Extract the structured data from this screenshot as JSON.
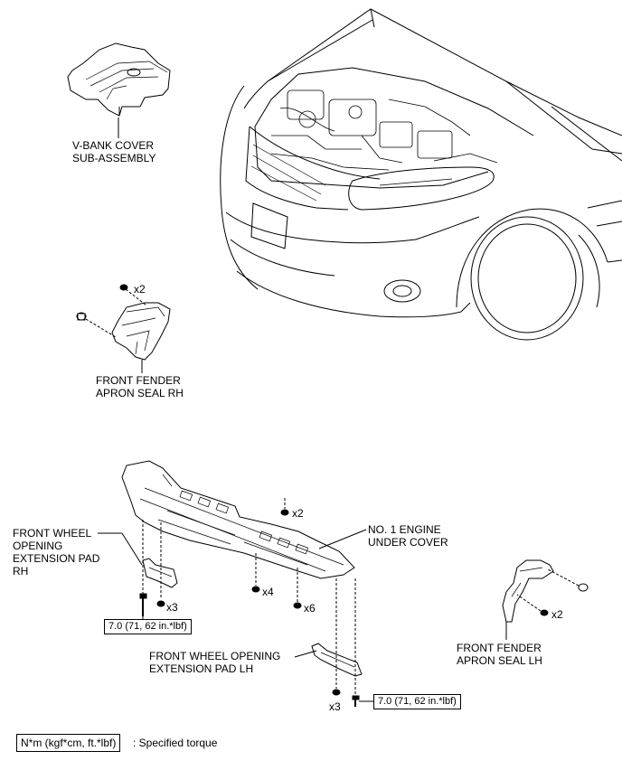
{
  "labels": {
    "v_bank_cover": [
      "V-BANK COVER",
      "SUB-ASSEMBLY"
    ],
    "fender_seal_rh": [
      "FRONT FENDER",
      "APRON SEAL RH"
    ],
    "ext_pad_rh": [
      "FRONT WHEEL",
      "OPENING",
      "EXTENSION PAD",
      "RH"
    ],
    "no1_under_cover": [
      "NO. 1 ENGINE",
      "UNDER COVER"
    ],
    "ext_pad_lh": [
      "FRONT WHEEL OPENING",
      "EXTENSION PAD LH"
    ],
    "fender_seal_lh": [
      "FRONT FENDER",
      "APRON SEAL LH"
    ]
  },
  "quantities": {
    "rh_seal_screw": "x2",
    "under_cover_top": "x2",
    "pad_rh_bolt": "x3",
    "under_cover_mid": "x4",
    "under_cover_right": "x6",
    "pad_lh_bolt": "x3",
    "lh_seal_screw": "x2"
  },
  "torque": {
    "left": "7.0 (71, 62 in.*lbf)",
    "right": "7.0 (71, 62 in.*lbf)"
  },
  "legend": {
    "unit": "N*m (kgf*cm, ft.*lbf)",
    "meaning": ": Specified torque"
  }
}
